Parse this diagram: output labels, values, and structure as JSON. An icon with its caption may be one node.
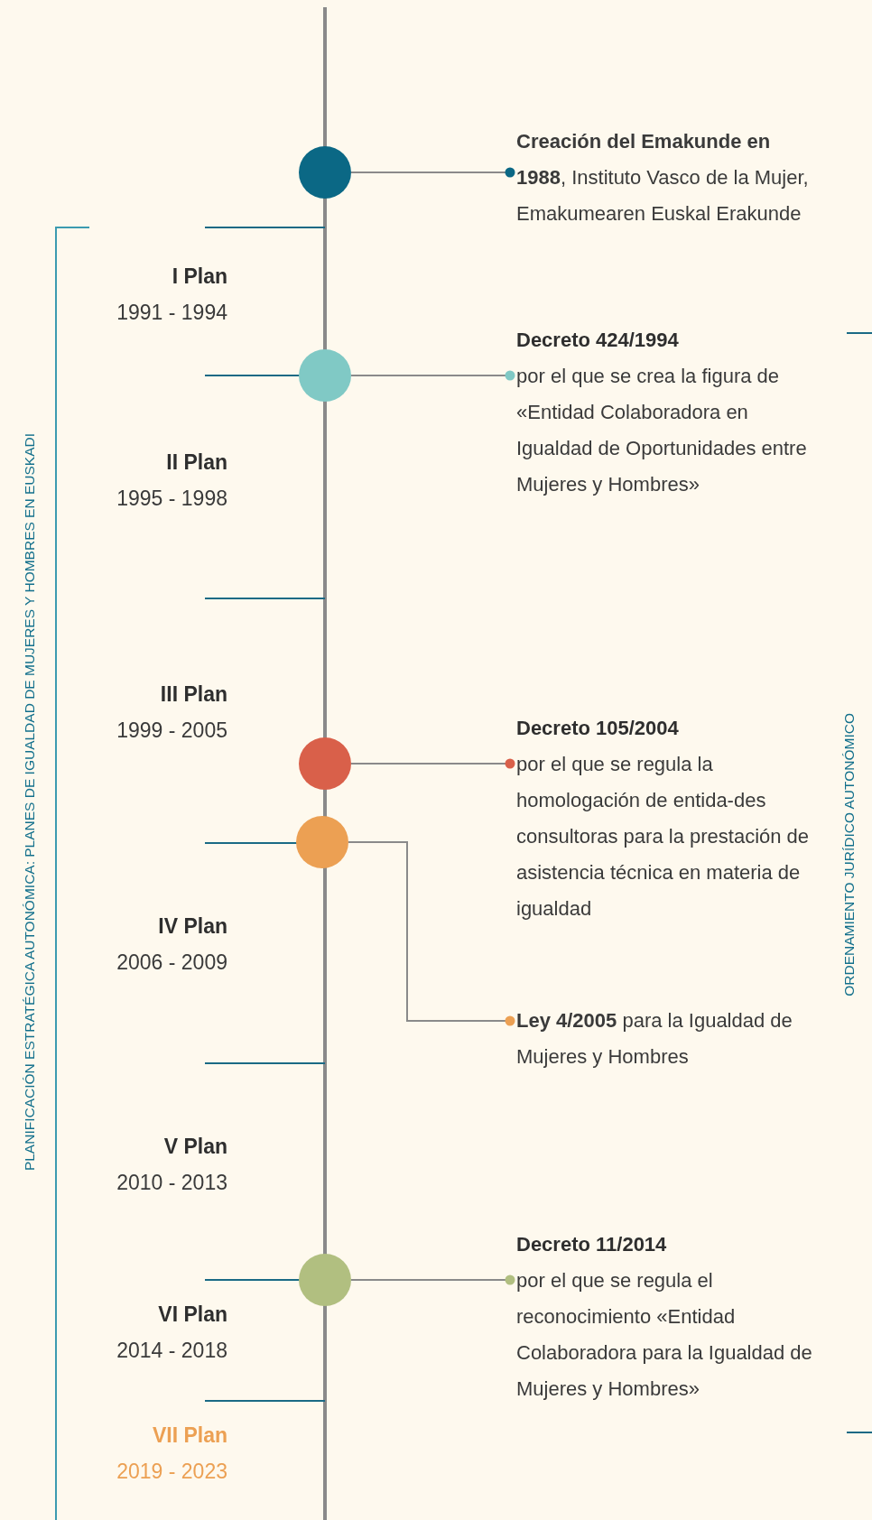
{
  "diagram": {
    "nodes": [
      {
        "text": [],
        "shape": "circle"
      },
      {
        "text": [
          "**Creación del Emakunde en 1988**, Instituto Vasco de la Mujer, Emakumearen Euskal Erakunde"
        ]
      },
      {
        "text": [],
        "shape": "circle"
      },
      {
        "text": [
          "Decreto 424/1994",
          "por el que se crea la figura de «Entidad Colaboradora en Igualdad de Oportunidades entre Mujeres y Hombres»"
        ]
      },
      {
        "text": [],
        "shape": "circle"
      },
      {
        "text": [
          "Decreto 105/2004",
          "por el que se regula la homologación de entida-des consultoras para la prestación de asistencia técnica en materia de igualdad"
        ]
      },
      {
        "text": [],
        "shape": "circle"
      },
      {
        "text": [
          "**Ley 4/2005** para la Igualdad de Mujeres y Hombres"
        ]
      },
      {
        "text": [],
        "shape": "circle"
      },
      {
        "text": [
          "Decreto 11/2014",
          "por el que se regula el reconocimiento «Entidad Colaboradora para la Igualdad de Mujeres y Hombres»"
        ]
      }
    ],
    "edges": [
      {
        "from": 0,
        "to": 1,
        "arrow": "other"
      },
      {
        "from": 2,
        "to": 3,
        "arrow": "other"
      },
      {
        "from": 4,
        "to": 5,
        "arrow": "other"
      },
      {
        "from": 6,
        "to": 7,
        "arrow": "other"
      },
      {
        "from": 8,
        "to": 9,
        "arrow": "other"
      }
    ],
    "labels": [
      "I Plan",
      "1991 - 1994",
      "II Plan",
      "1995 - 1998",
      "III Plan",
      "1999 - 2005",
      "IV Plan",
      "2006 - 2009",
      "V Plan",
      "2010 - 2013",
      "VI Plan",
      "2014 - 2018",
      "VII Plan",
      "2019 - 2023",
      "PLANIFICACIÓN ESTRATÉGICA AUTONÓMICA: PLANES DE IGUALDAD DE MUJERES Y HOMBRES EN EUSKADI",
      "ORDENAMIENTO JURÍDICO AUTONÓMICO"
    ]
  }
}
